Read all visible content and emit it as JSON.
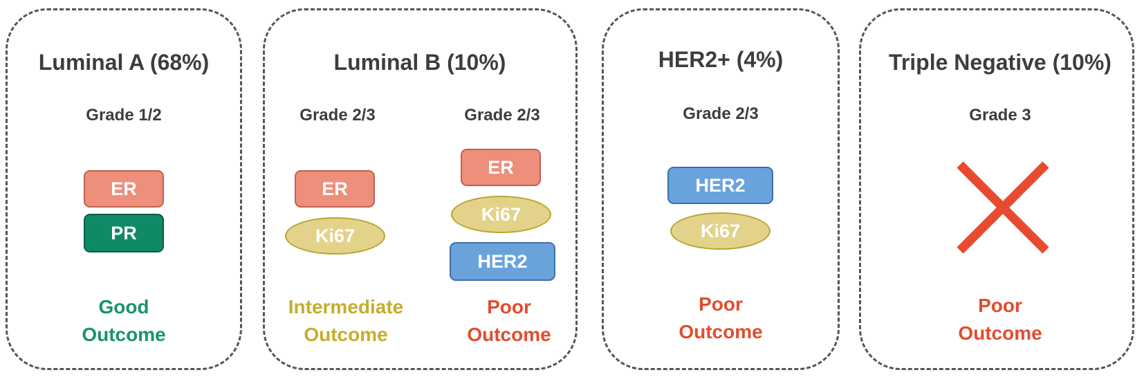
{
  "colors": {
    "er": "#ee8f7c",
    "er_border": "#c0604e",
    "pr": "#0e8a66",
    "pr_border": "#0a5e45",
    "her2": "#6aa3dc",
    "her2_border": "#3d6fa5",
    "ki67": "#e3d38a",
    "good": "#17946b",
    "intermediate": "#c6ad2b",
    "poor": "#e14d2e",
    "cross": "#e84a2f"
  },
  "icons": {
    "negative": "cross-mark-icon"
  },
  "panels": [
    {
      "title": "Luminal A (68%)",
      "columns": [
        {
          "grade": "Grade 1/2",
          "markers": [
            "ER",
            "PR"
          ],
          "outcome": [
            "Good",
            "Outcome"
          ]
        }
      ]
    },
    {
      "title": "Luminal B (10%)",
      "columns": [
        {
          "grade": "Grade 2/3",
          "markers": [
            "ER",
            "Ki67"
          ],
          "outcome": [
            "Intermediate",
            "Outcome"
          ]
        },
        {
          "grade": "Grade 2/3",
          "markers": [
            "ER",
            "Ki67",
            "HER2"
          ],
          "outcome": [
            "Poor",
            "Outcome"
          ]
        }
      ]
    },
    {
      "title": "HER2+ (4%)",
      "columns": [
        {
          "grade": "Grade 2/3",
          "markers": [
            "HER2",
            "Ki67"
          ],
          "outcome": [
            "Poor",
            "Outcome"
          ]
        }
      ]
    },
    {
      "title": "Triple Negative (10%)",
      "columns": [
        {
          "grade": "Grade 3",
          "markers": [],
          "outcome": [
            "Poor",
            "Outcome"
          ]
        }
      ]
    }
  ]
}
